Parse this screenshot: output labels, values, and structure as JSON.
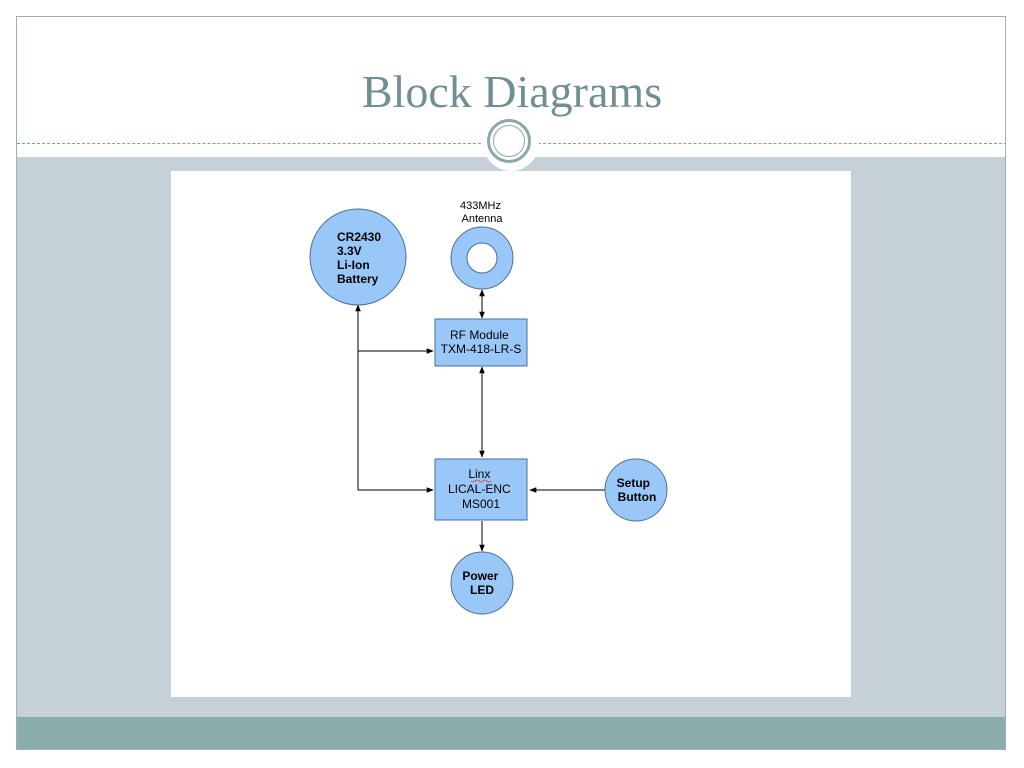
{
  "slide": {
    "title": "Block Diagrams"
  },
  "diagram": {
    "fill_color": "#99c8f8",
    "stroke_color": "#4a6f96",
    "nodes": {
      "battery": [
        "CR2430",
        "3.3V",
        "Li-Ion",
        "Battery"
      ],
      "antenna_label": [
        "433MHz",
        "Antenna"
      ],
      "rf_module": [
        "RF Module",
        "TXM-418-LR-S"
      ],
      "encoder": [
        "Linx",
        "LICAL-ENC",
        "MS001"
      ],
      "setup_button": [
        "Setup",
        "Button"
      ],
      "power_led": [
        "Power",
        "LED"
      ]
    }
  }
}
